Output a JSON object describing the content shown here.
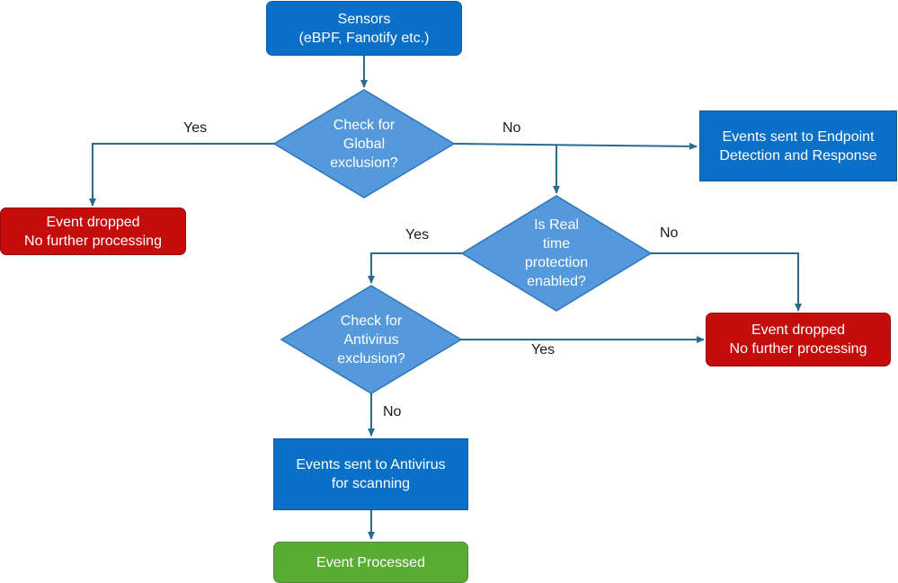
{
  "colors": {
    "process_blue": "#0a6fc7",
    "decision_blue": "#5599dd",
    "dropped_red": "#c40c0c",
    "processed_green": "#5aab34",
    "connector": "#2b6c8e"
  },
  "nodes": {
    "sensors": [
      "Sensors",
      "(eBPF, Fanotify etc.)"
    ],
    "global_check": [
      "Check for",
      "Global",
      "exclusion?"
    ],
    "edr": [
      "Events sent to Endpoint",
      "Detection and Response"
    ],
    "dropped_global": [
      "Event dropped",
      "No further processing"
    ],
    "realtime_check": [
      "Is Real",
      "time",
      "protection",
      "enabled?"
    ],
    "av_check": [
      "Check for",
      "Antivirus",
      "exclusion?"
    ],
    "dropped_realtime": [
      "Event dropped",
      "No further processing"
    ],
    "av_scan": [
      "Events sent to Antivirus",
      "for scanning"
    ],
    "processed": [
      "Event Processed"
    ]
  },
  "edge_labels": {
    "global_yes": "Yes",
    "global_no": "No",
    "realtime_yes": "Yes",
    "realtime_no": "No",
    "av_yes": "Yes",
    "av_no": "No"
  }
}
